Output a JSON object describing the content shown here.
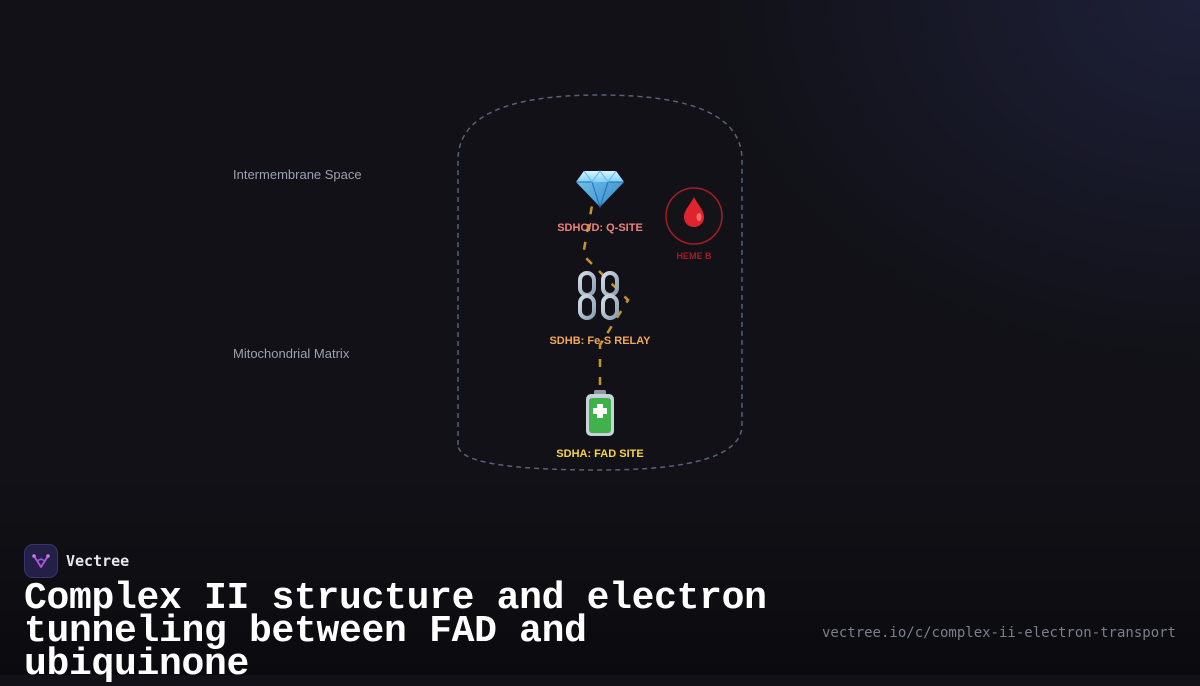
{
  "regions": {
    "intermembrane_space": "Intermembrane Space",
    "mitochondrial_matrix": "Mitochondrial Matrix"
  },
  "nodes": {
    "qsite": {
      "label": "SDHC/D: Q-SITE",
      "icon": "gem-icon",
      "color": "#f08080"
    },
    "fes": {
      "label": "SDHB: Fe-S RELAY",
      "icon": "chain-link-icon",
      "color": "#f4a65a"
    },
    "fad": {
      "label": "SDHA: FAD SITE",
      "icon": "battery-icon",
      "color": "#f5d547"
    },
    "heme": {
      "label": "HEME B",
      "icon": "blood-drop-icon",
      "color": "#c02424"
    }
  },
  "colors": {
    "electron_path": "#c9932b",
    "membrane_outline": "#56617a"
  },
  "brand": {
    "name": "Vectree",
    "icon": "vectree-logo-icon"
  },
  "title": "Complex II structure and electron tunneling between FAD and ubiquinone",
  "url": "vectree.io/c/complex-ii-electron-transport"
}
